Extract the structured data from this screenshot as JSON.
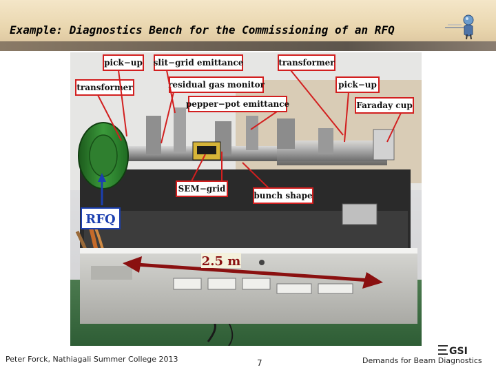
{
  "slide": {
    "title": "Example: Diagnostics Bench for the Commissioning of an RFQ",
    "footer_left": "Peter Forck, Nathiagali Summer College 2013",
    "page_number": "7",
    "footer_right": "Demands for Beam Diagnostics"
  },
  "photo_labels": {
    "pickup_left": "pick−up",
    "slit_grid": "slit−grid emittance",
    "transformer_top": "transformer",
    "transformer_left": "transformer",
    "residual_gas": "residual gas monitor",
    "pickup_right": "pick−up",
    "pepper_pot": "pepper−pot emittance",
    "faraday_cup": "Faraday cup",
    "sem_grid": "SEM−grid",
    "bunch_shape": "bunch shape",
    "rfq": "RFQ",
    "length": "2.5 m"
  },
  "colors": {
    "label_red": "#d21f1f",
    "rfq_blue": "#1b3fb0",
    "arrow_dark_red": "#8a1010"
  },
  "icons": {
    "top_logo": "gsi-figure-logo",
    "bottom_logo": "gsi-logo"
  }
}
